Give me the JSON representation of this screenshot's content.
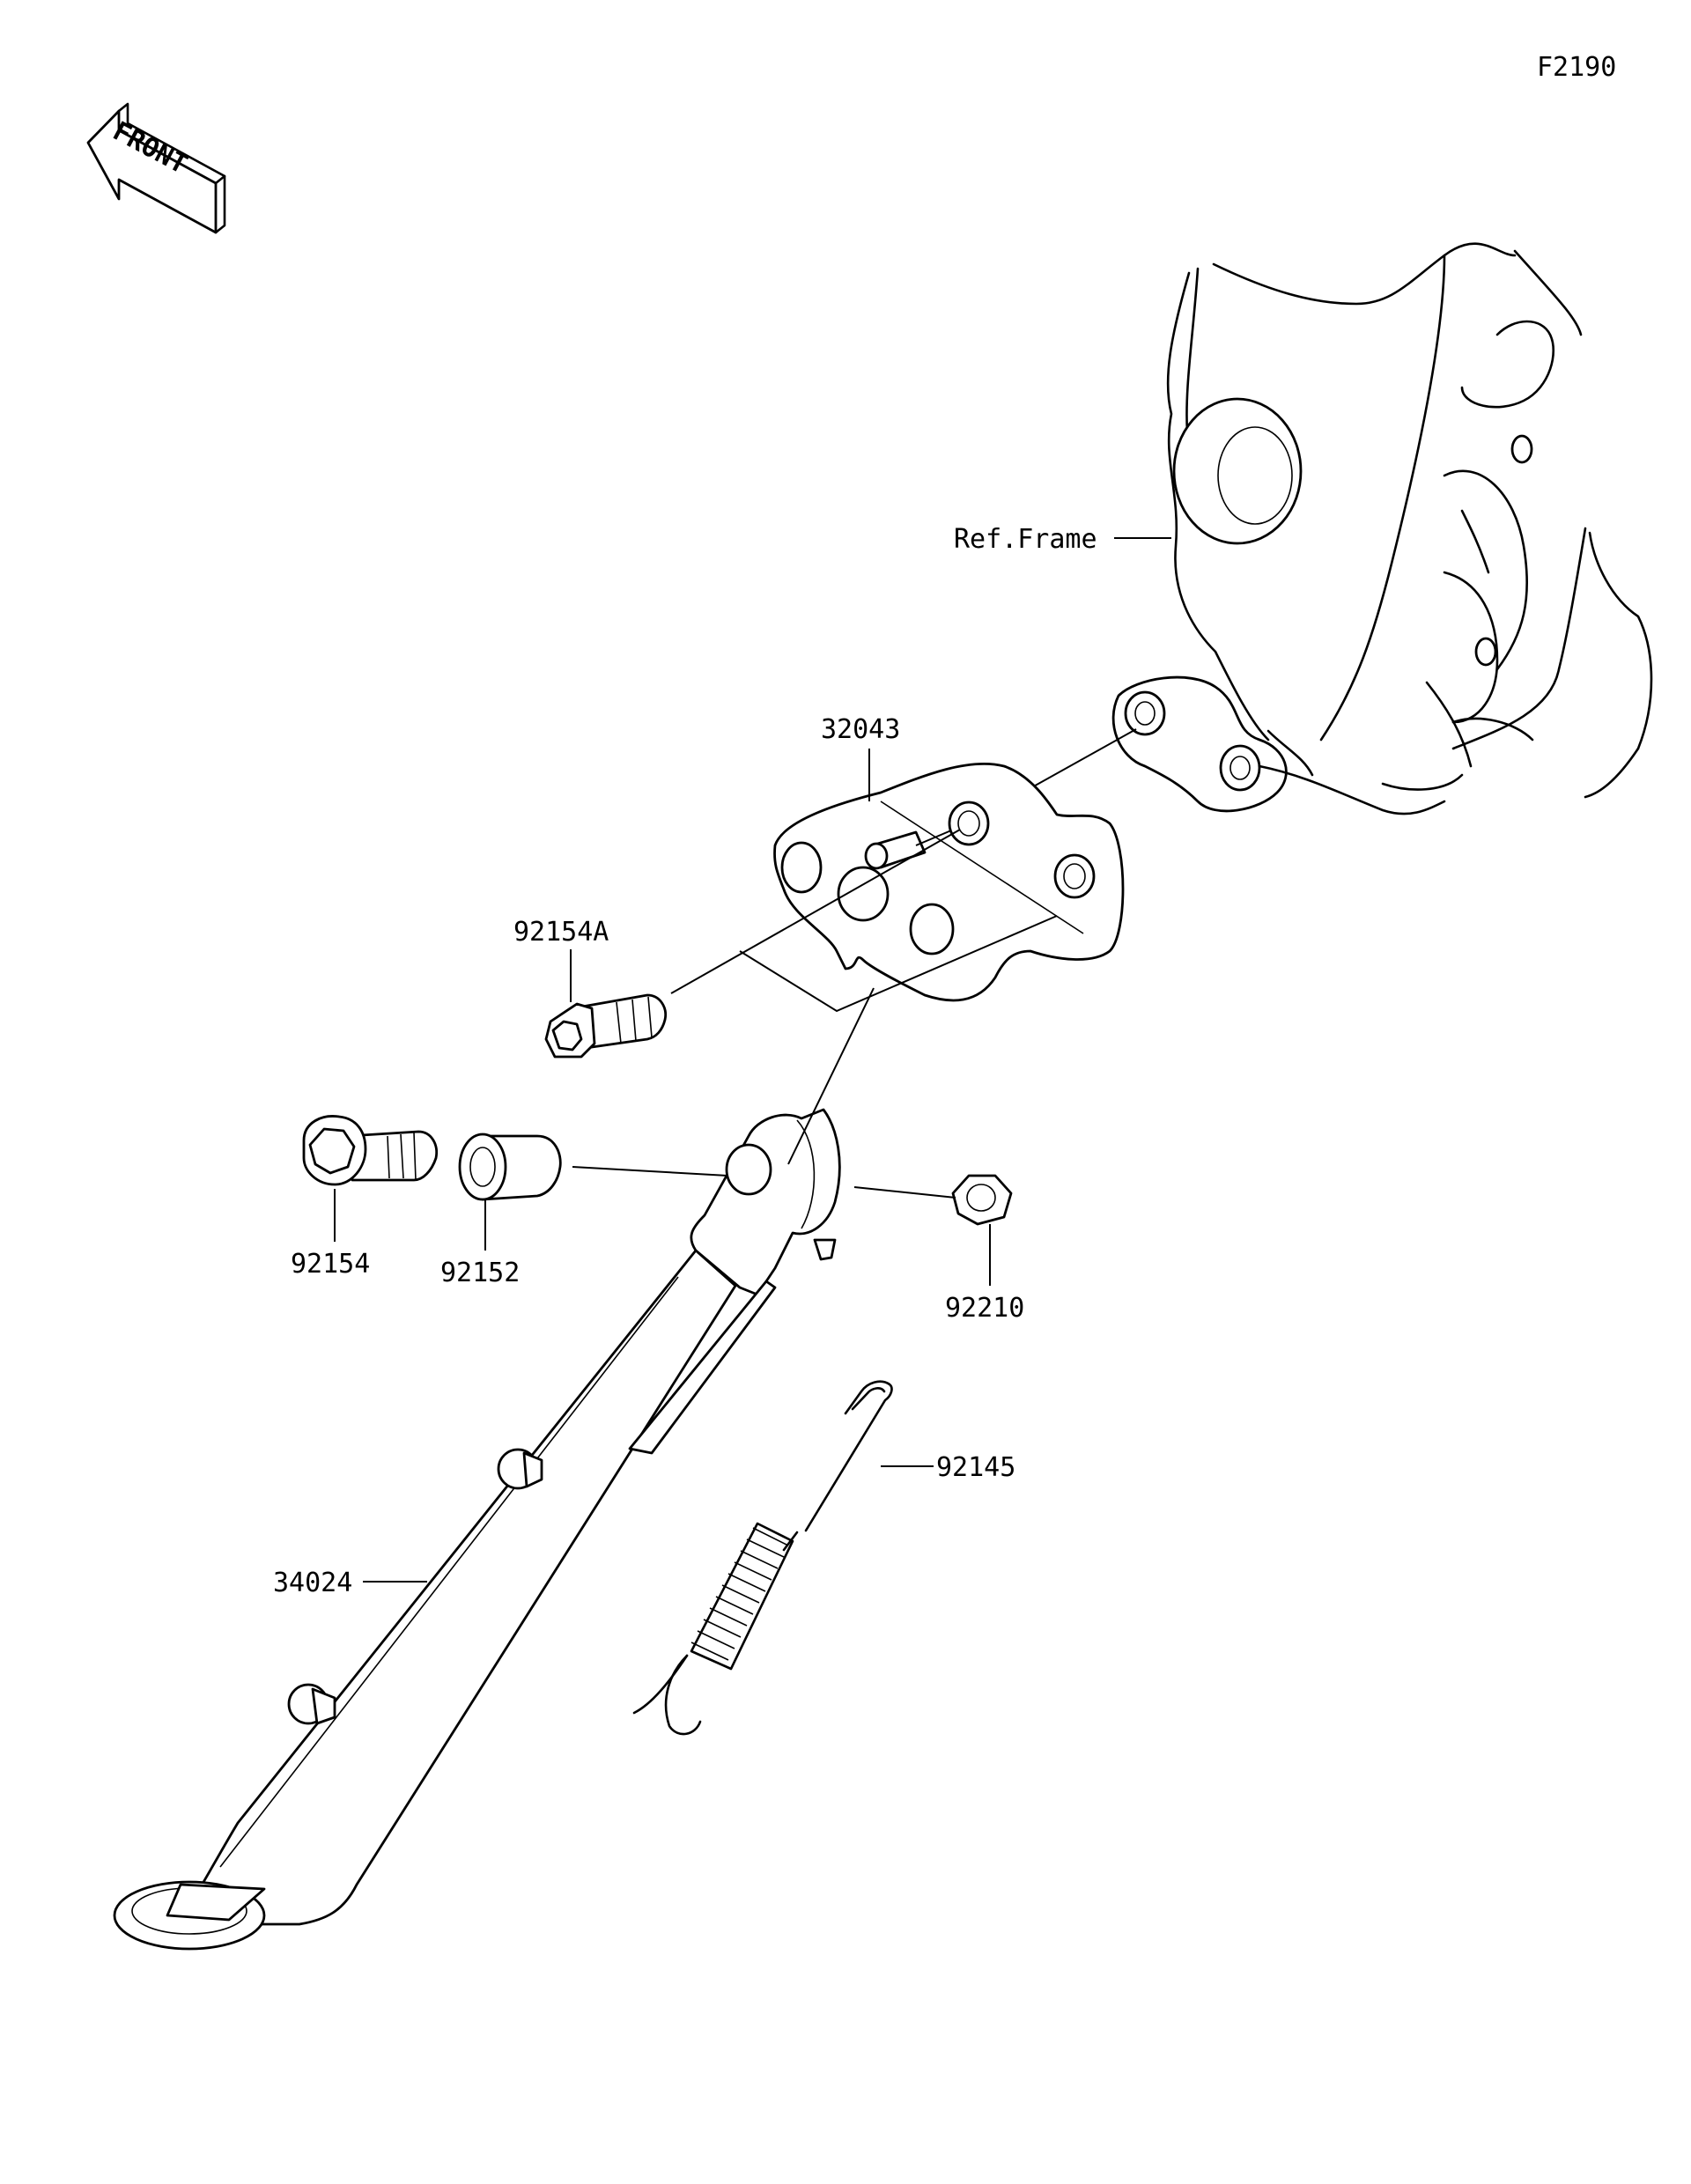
{
  "diagram_id": "F2190",
  "front_arrow_text": "FRONT",
  "labels": {
    "ref_frame": "Ref.Frame",
    "bracket": "32043",
    "bolt_a": "92154A",
    "bolt": "92154",
    "collar": "92152",
    "nut": "92210",
    "spring": "92145",
    "stand": "34024"
  }
}
